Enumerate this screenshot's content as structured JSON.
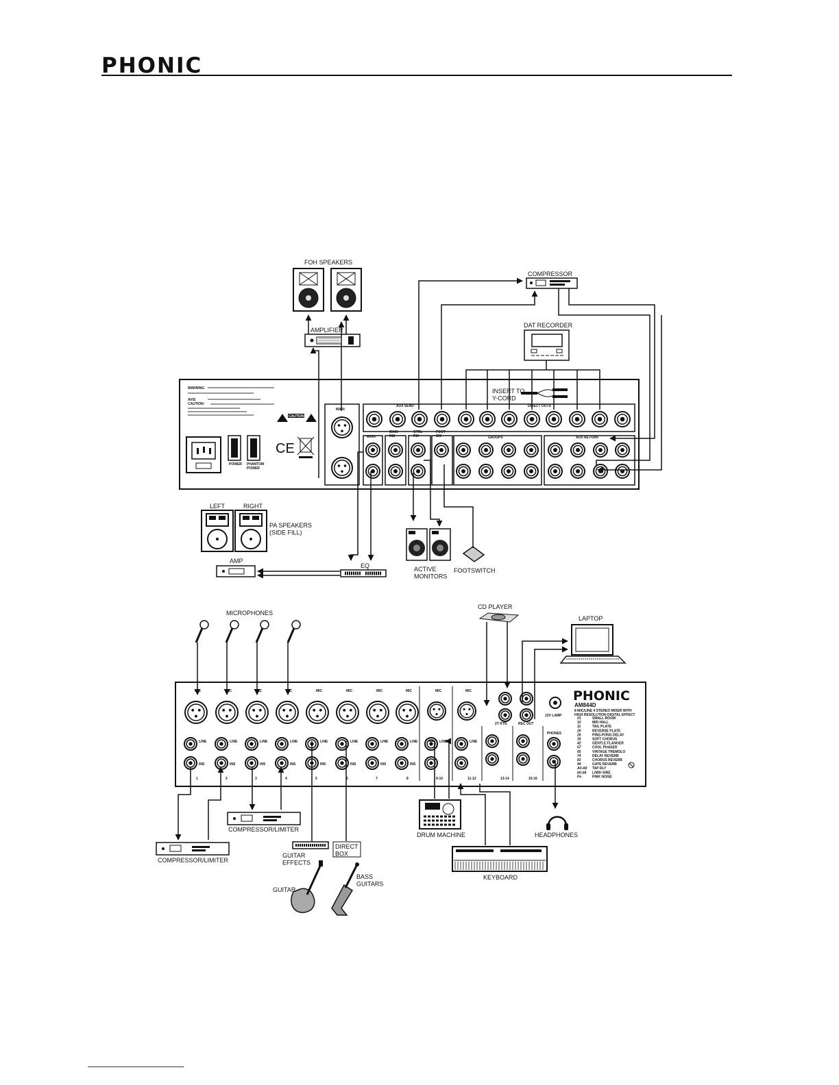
{
  "header": {
    "brand": "PHONIC"
  },
  "rear_panel": {
    "labels": {
      "foh_speakers": "FOH SPEAKERS",
      "amplifier": "AMPLIFIER",
      "compressor": "COMPRESSOR",
      "dat_recorder": "DAT RECORDER",
      "insert_ycord": "INSERT TO\nY-CORD",
      "aux_send": "AUX SEND",
      "direct_outs": "DIRECT OUTS",
      "main_xlr": "MAIN",
      "main": "MAIN",
      "main_ins": "MAIN\nINS",
      "ctrl_rm": "CTRL\nRM",
      "foot_sw": "FOOT\nSW",
      "groups": "GROUPS",
      "aux_return": "AUX RETURN",
      "warning": "WARNING",
      "avis": "AVIS",
      "caution": "CAUTION:",
      "caution_label": "CAUTION",
      "power": "POWER",
      "phantom_power": "PHANTOM\nPOWER",
      "left": "LEFT",
      "right": "RIGHT",
      "pa_speakers": "PA SPEAKERS\n(SIDE FILL)",
      "amp": "AMP",
      "eq": "EQ",
      "active_monitors": "ACTIVE\nMONITORS",
      "footswitch": "FOOTSWITCH"
    }
  },
  "front_panel": {
    "labels": {
      "microphones": "MICROPHONES",
      "cd_player": "CD PLAYER",
      "laptop": "LAPTOP",
      "brand": "PHONIC",
      "model": "AM844D",
      "model_desc": "8 MIC/LINE 4 STEREO MIXER WITH\nHIGH RESOLUTION DIGITAL EFFECT",
      "two_t_rtn": "2T RTN",
      "rec_out": "REC OUT",
      "lamp": "12V LAMP",
      "phones": "PHONES",
      "line": "LINE",
      "ins": "INS",
      "mic": "MIC",
      "compressor_limiter_1": "COMPRESSOR/LIMITER",
      "compressor_limiter_2": "COMPRESSOR/LIMITER",
      "guitar_effects": "GUITAR\nEFFECTS",
      "direct_box": "DIRECT\nBOX",
      "guitar": "GUITAR",
      "bass_guitars": "BASS\nGUITARS",
      "drum_machine": "DRUM MACHINE",
      "keyboard": "KEYBOARD",
      "headphones": "HEADPHONES"
    },
    "channel_numbers": [
      "1",
      "2",
      "3",
      "4",
      "5",
      "6",
      "7",
      "8",
      "9-10",
      "11-12",
      "13-14",
      "15-16"
    ],
    "effects_presets": [
      {
        "code": "01",
        "name": "SMALL ROOM"
      },
      {
        "code": "10",
        "name": "MID HALL"
      },
      {
        "code": "11",
        "name": "TAIL PLATE"
      },
      {
        "code": "20",
        "name": "REVERSE PLATE"
      },
      {
        "code": "26",
        "name": "PING-PONG DELAY"
      },
      {
        "code": "35",
        "name": "SOFT CHORUS"
      },
      {
        "code": "42",
        "name": "GENTLE FLANGER"
      },
      {
        "code": "57",
        "name": "COOL PHASER"
      },
      {
        "code": "65",
        "name": "VINTAGE TREMOLO"
      },
      {
        "code": "74",
        "name": "DELAY REVERB"
      },
      {
        "code": "83",
        "name": "CHORUS REVERB"
      },
      {
        "code": "94",
        "name": "GATE REVERB"
      },
      {
        "code": "A0-A8",
        "name": "TAP DLY"
      },
      {
        "code": "b0-b8",
        "name": "L/M/H SINE"
      },
      {
        "code": "Pn",
        "name": "PINK NOISE"
      }
    ]
  }
}
